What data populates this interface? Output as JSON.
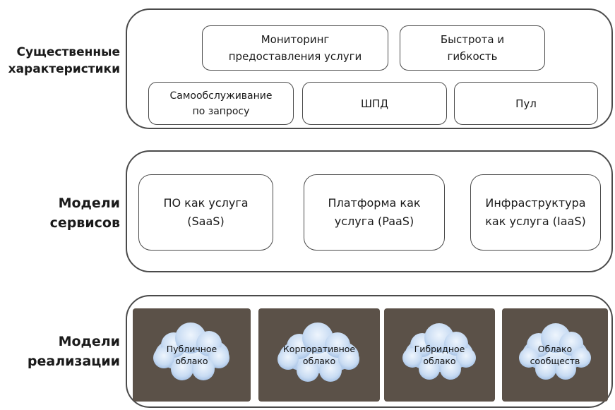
{
  "labels": {
    "characteristics": "Существенные\nхарактеристики",
    "service_models": "Модели\nсервисов",
    "deployment_models": "Модели\nреализации"
  },
  "characteristics": {
    "monitoring": "Мониторинг\nпредоставления услуги",
    "speed": "Быстрота и\nгибкость",
    "self_service": "Самообслуживание\nпо запросу",
    "broadband": "ШПД",
    "pool": "Пул"
  },
  "service_models": {
    "saas": "ПО как услуга\n(SaaS)",
    "paas": "Платформа как\nуслуга (PaaS)",
    "iaas": "Инфраструктура\nкак услуга (IaaS)"
  },
  "deployment_models": {
    "public": "Публичное\nоблако",
    "private": "Корпоративное\nоблако",
    "hybrid": "Гибридное\nоблако",
    "community": "Облако\nсообществ"
  },
  "colors": {
    "dark_tile": "#5b5148",
    "cloud_fill": "#cfe1f7",
    "border": "#4a4a4a"
  }
}
